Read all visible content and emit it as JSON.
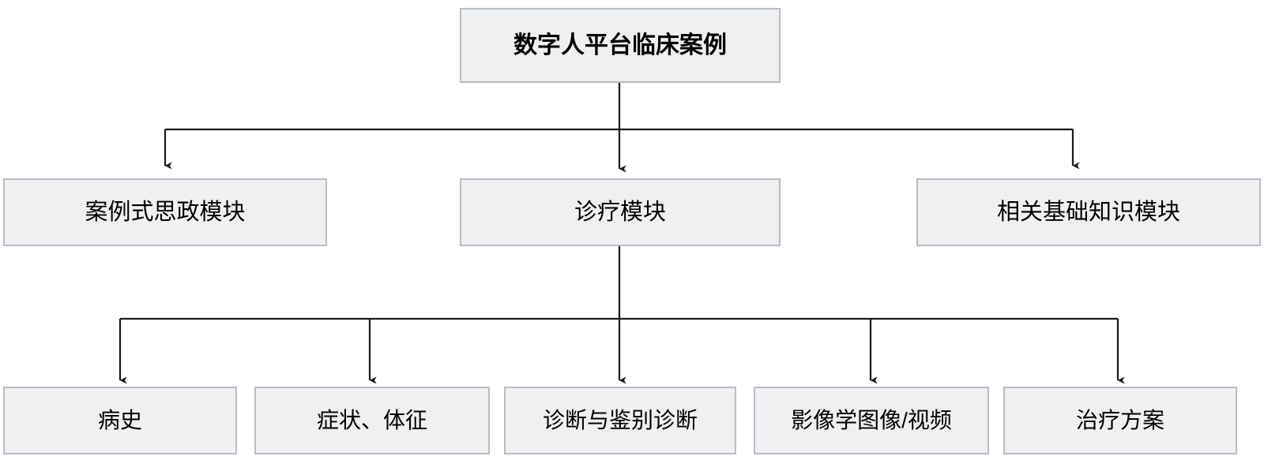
{
  "diagram": {
    "title": "数字人平台临床案例",
    "type": "hierarchy-flowchart",
    "orientation": "top-down",
    "colors": {
      "node_fill": "#eef0f2",
      "node_border": "#b9bdc4",
      "connector": "#1a1a1a",
      "text": "#000000",
      "background": "#ffffff"
    },
    "root": {
      "label": "数字人平台临床案例"
    },
    "level_two": [
      {
        "label": "案例式思政模块"
      },
      {
        "label": "诊疗模块"
      },
      {
        "label": "相关基础知识模块"
      }
    ],
    "level_three": [
      {
        "label": "病史"
      },
      {
        "label": "症状、体征"
      },
      {
        "label": "诊断与鉴别诊断"
      },
      {
        "label": "影像学图像/视频"
      },
      {
        "label": "治疗方案"
      }
    ]
  }
}
